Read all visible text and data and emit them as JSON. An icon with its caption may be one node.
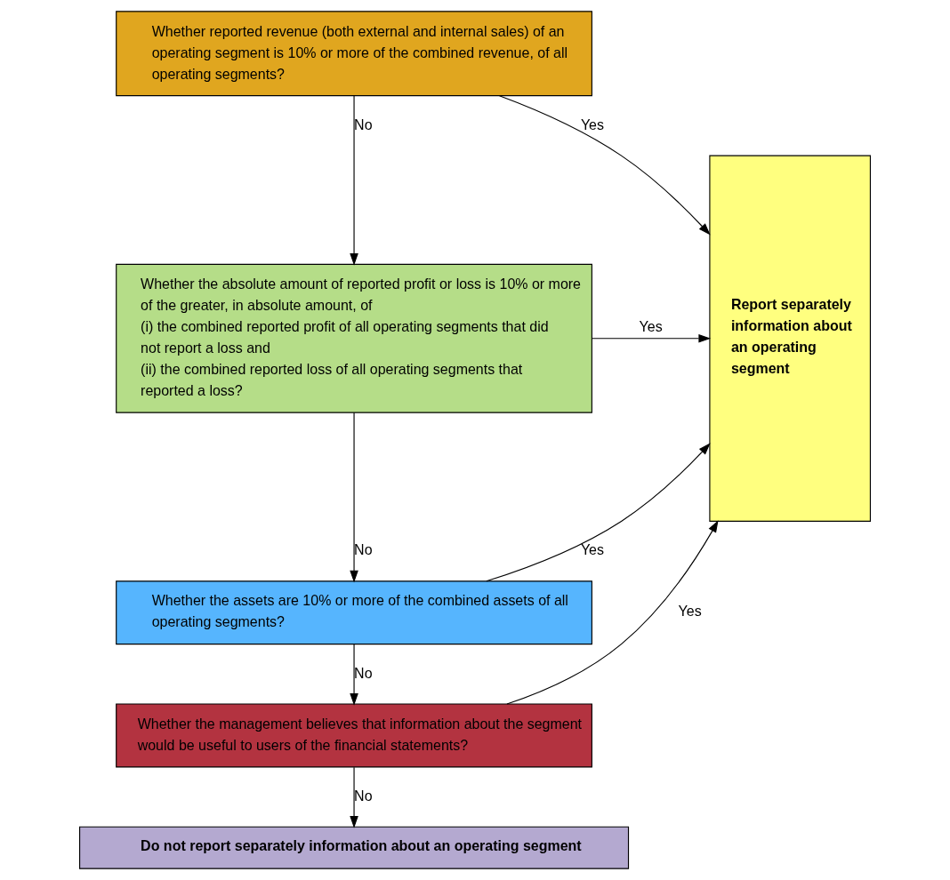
{
  "diagram": {
    "nodes": [
      {
        "text": [
          "Whether reported revenue (both external and internal sales) of an operating segment is 10% or more of the combined revenue, of all operating segments?"
        ]
      },
      {
        "text": [
          "Whether the absolute amount of reported profit or loss is 10% or more of the greater, in absolute amount, of",
          "(i) the combined reported profit of all operating segments that did not report a loss and",
          "(ii) the combined reported loss of all operating segments that reported a loss?"
        ]
      },
      {
        "text": [
          "Whether the assets are 10% or more of the combined assets of all operating segments?"
        ]
      },
      {
        "text": [
          "Whether the management believes that information about the segment would be useful to users of the financial statements?"
        ]
      },
      {
        "text": [
          "Do not report separately information about an operating segment"
        ]
      },
      {
        "text": [
          "Report separately information about an operating segment"
        ]
      }
    ],
    "edges": [
      {
        "from": 0,
        "to": 5,
        "arrow": "to",
        "label": "Yes"
      },
      {
        "from": 0,
        "to": 1,
        "arrow": "to",
        "label": "No"
      },
      {
        "from": 1,
        "to": 5,
        "arrow": "to",
        "label": "Yes"
      },
      {
        "from": 1,
        "to": 2,
        "arrow": "to",
        "label": "No"
      },
      {
        "from": 2,
        "to": 5,
        "arrow": "to",
        "label": "Yes"
      },
      {
        "from": 2,
        "to": 3,
        "arrow": "to",
        "label": "No"
      },
      {
        "from": 3,
        "to": 5,
        "arrow": "to",
        "label": "Yes"
      },
      {
        "from": 3,
        "to": 4,
        "arrow": "to",
        "label": "No"
      }
    ]
  }
}
